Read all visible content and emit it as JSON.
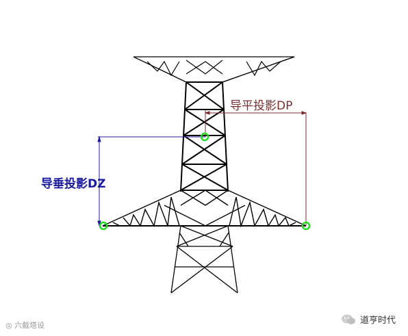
{
  "labels": {
    "horizontal_projection": "导平投影DP",
    "vertical_projection": "导垂投影DZ"
  },
  "footer": {
    "watermark_text": "六截塔设",
    "brand_name": "道亨时代"
  },
  "colors": {
    "tower_lines": "#000000",
    "horizontal_dim": "#7a2e2e",
    "vertical_dim": "#1a1aa0",
    "attach_points": "#22dd22"
  },
  "icons": {
    "brand": "wechat-bubble-icon",
    "watermark": "logo-watermark-icon"
  }
}
